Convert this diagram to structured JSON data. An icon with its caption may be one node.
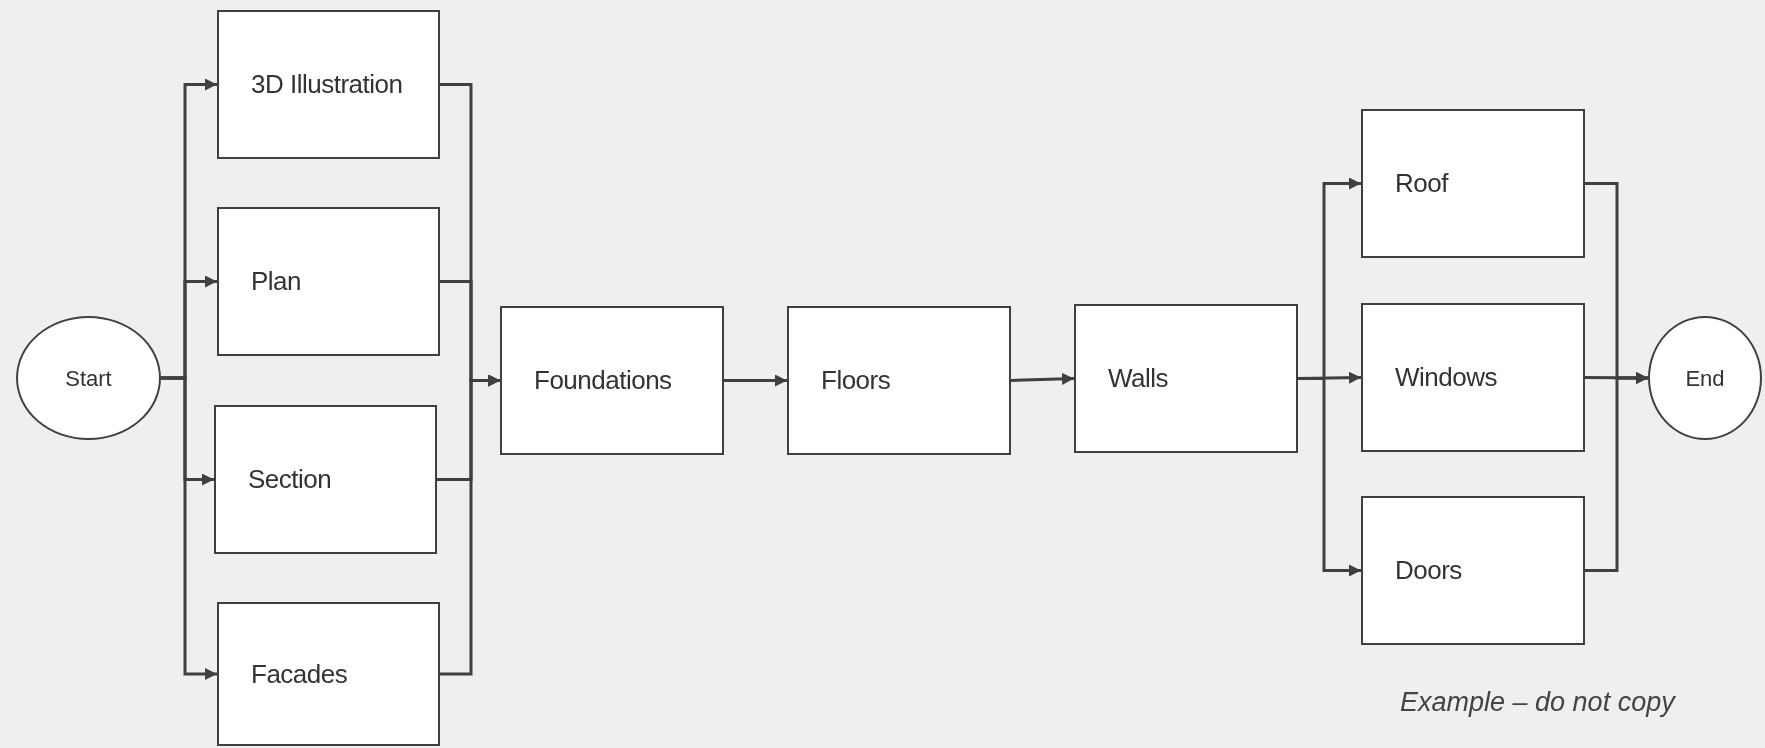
{
  "diagram": {
    "nodes": [
      {
        "text": [
          "Start"
        ]
      },
      {
        "text": [
          "3D Illustration"
        ]
      },
      {
        "text": [
          "Plan"
        ]
      },
      {
        "text": [
          "Section"
        ]
      },
      {
        "text": [
          "Facades"
        ]
      },
      {
        "text": [
          "Foundations"
        ]
      },
      {
        "text": [
          "Floors"
        ]
      },
      {
        "text": [
          "Walls"
        ]
      },
      {
        "text": [
          "Roof"
        ]
      },
      {
        "text": [
          "Windows"
        ]
      },
      {
        "text": [
          "Doors"
        ]
      },
      {
        "text": [
          "End"
        ]
      }
    ],
    "edges": [
      {
        "from": 0,
        "to": 1,
        "arrow": "to"
      },
      {
        "from": 0,
        "to": 2,
        "arrow": "to"
      },
      {
        "from": 0,
        "to": 3,
        "arrow": "to"
      },
      {
        "from": 0,
        "to": 4,
        "arrow": "to"
      },
      {
        "from": 1,
        "to": 5,
        "arrow": "to"
      },
      {
        "from": 2,
        "to": 5,
        "arrow": "to"
      },
      {
        "from": 3,
        "to": 5,
        "arrow": "to"
      },
      {
        "from": 4,
        "to": 5,
        "arrow": "to"
      },
      {
        "from": 5,
        "to": 6,
        "arrow": "to"
      },
      {
        "from": 6,
        "to": 7,
        "arrow": "to"
      },
      {
        "from": 7,
        "to": 8,
        "arrow": "to"
      },
      {
        "from": 7,
        "to": 9,
        "arrow": "to"
      },
      {
        "from": 7,
        "to": 10,
        "arrow": "to"
      },
      {
        "from": 8,
        "to": 11,
        "arrow": "to"
      },
      {
        "from": 9,
        "to": 11,
        "arrow": "to"
      },
      {
        "from": 10,
        "to": 11,
        "arrow": "to"
      }
    ],
    "labels": [
      "Example – do not copy"
    ]
  }
}
